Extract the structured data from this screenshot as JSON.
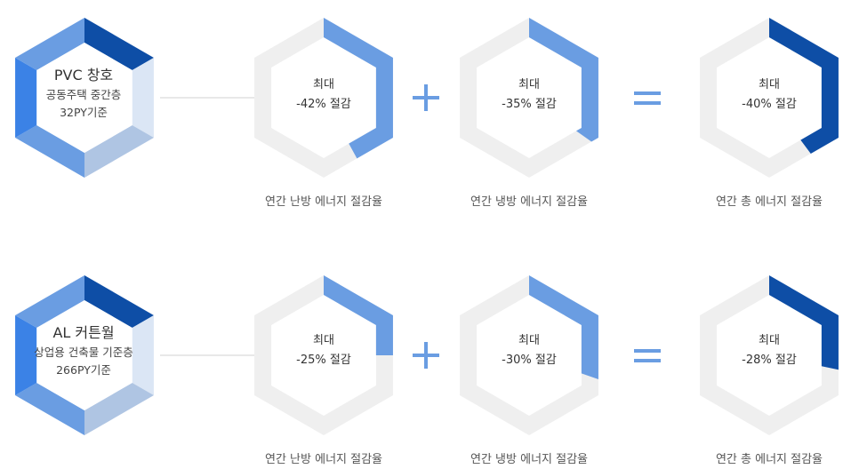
{
  "colors": {
    "main_dark": "#0e4ea6",
    "main_mid": "#6a9de2",
    "main_light": "#afc5e3",
    "main_pale": "#dbe6f5",
    "main_side": "#3b82e6",
    "track": "#efefef",
    "gauge_light": "#6a9de2",
    "gauge_dark": "#0e4ea6",
    "operator": "#6a9de2",
    "connector": "#d0d0d0"
  },
  "rows": [
    {
      "main": {
        "title": "PVC 창호",
        "line1": "공동주택 중간층",
        "line2": "32PY기준"
      },
      "gauges": [
        {
          "top": "최대",
          "value": "-42% 절감",
          "percent": 42,
          "caption": "연간 난방 에너지 절감율",
          "color": "gauge_light"
        },
        {
          "top": "최대",
          "value": "-35% 절감",
          "percent": 35,
          "caption": "연간 냉방 에너지 절감율",
          "color": "gauge_light"
        },
        {
          "top": "최대",
          "value": "-40% 절감",
          "percent": 40,
          "caption": "연간 총 에너지 절감율",
          "color": "gauge_dark"
        }
      ],
      "operators": [
        "+",
        "="
      ]
    },
    {
      "main": {
        "title": "AL 커튼월",
        "line1": "상업용 건축물 기준층",
        "line2": "266PY기준"
      },
      "gauges": [
        {
          "top": "최대",
          "value": "-25% 절감",
          "percent": 25,
          "caption": "연간 난방 에너지 절감율",
          "color": "gauge_light"
        },
        {
          "top": "최대",
          "value": "-30% 절감",
          "percent": 30,
          "caption": "연간 냉방 에너지 절감율",
          "color": "gauge_light"
        },
        {
          "top": "최대",
          "value": "-28% 절감",
          "percent": 28,
          "caption": "연간 총 에너지 절감율",
          "color": "gauge_dark"
        }
      ],
      "operators": [
        "+",
        "="
      ]
    }
  ]
}
